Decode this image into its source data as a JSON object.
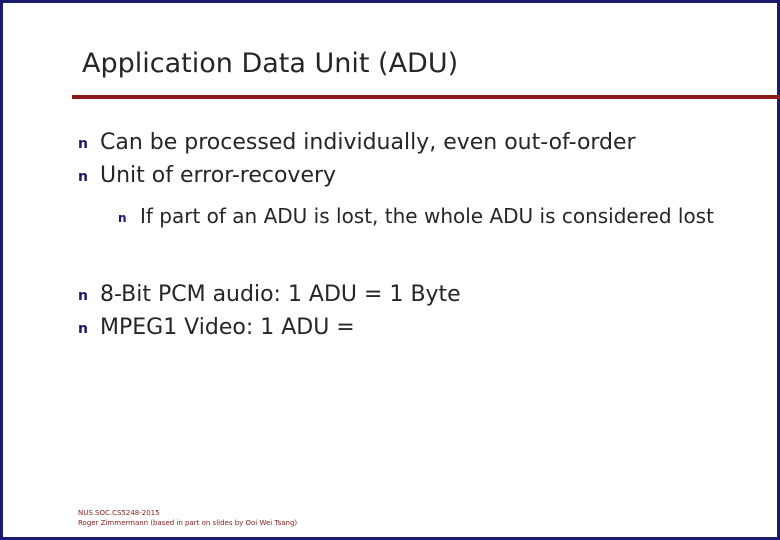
{
  "slide": {
    "title": "Application Data Unit (ADU)",
    "bullets": [
      {
        "level": 1,
        "marker": "n",
        "text": "Can be processed individually, even out-of-order"
      },
      {
        "level": 1,
        "marker": "n",
        "text": "Unit of error-recovery"
      },
      {
        "level": 2,
        "marker": "n",
        "text": "If part of an ADU is lost, the whole ADU is considered lost"
      },
      {
        "level": 1,
        "marker": "n",
        "text": "8-Bit PCM audio:  1 ADU = 1 Byte"
      },
      {
        "level": 1,
        "marker": "n",
        "text": "MPEG1 Video:  1 ADU ="
      }
    ],
    "footer_line1": "NUS.SOC.CS5248-2015",
    "footer_line2": "Roger Zimmermann (based in part on slides by Ooi Wei Tsang)"
  },
  "colors": {
    "border": "#1a1a6e",
    "rule": "#8b1a1a",
    "text": "#262626",
    "marker": "#1a1a6e",
    "footer": "#8b1a1a"
  }
}
